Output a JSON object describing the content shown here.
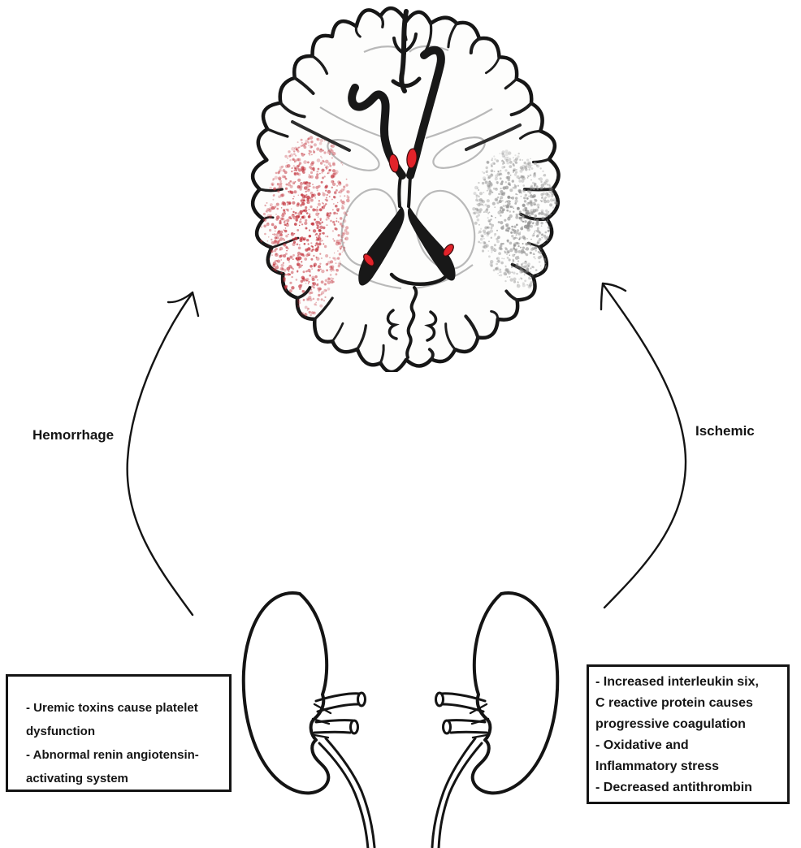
{
  "labels": {
    "hemorrhage": "Hemorrhage",
    "ischemic": "Ischemic"
  },
  "left_box": {
    "lines": [
      "- Uremic toxins cause platelet",
      "dysfunction",
      "- Abnormal renin angiotensin-",
      "activating system"
    ]
  },
  "right_box": {
    "lines": [
      "- Increased interleukin six,",
      "C reactive protein causes",
      "progressive coagulation",
      "- Oxidative and",
      "Inflammatory stress",
      "- Decreased antithrombin"
    ]
  },
  "colors": {
    "ink": "#161616",
    "hemorrhage_region": "#c2313b",
    "ischemic_region": "#8e8e8e",
    "highlight_red": "#e2232a"
  },
  "illustrations": {
    "brain": "axial-brain-section",
    "kidneys": "pair-of-kidneys",
    "left_arrow": "kidneys-to-brain-arrow-hemorrhage",
    "right_arrow": "kidneys-to-brain-arrow-ischemic"
  }
}
